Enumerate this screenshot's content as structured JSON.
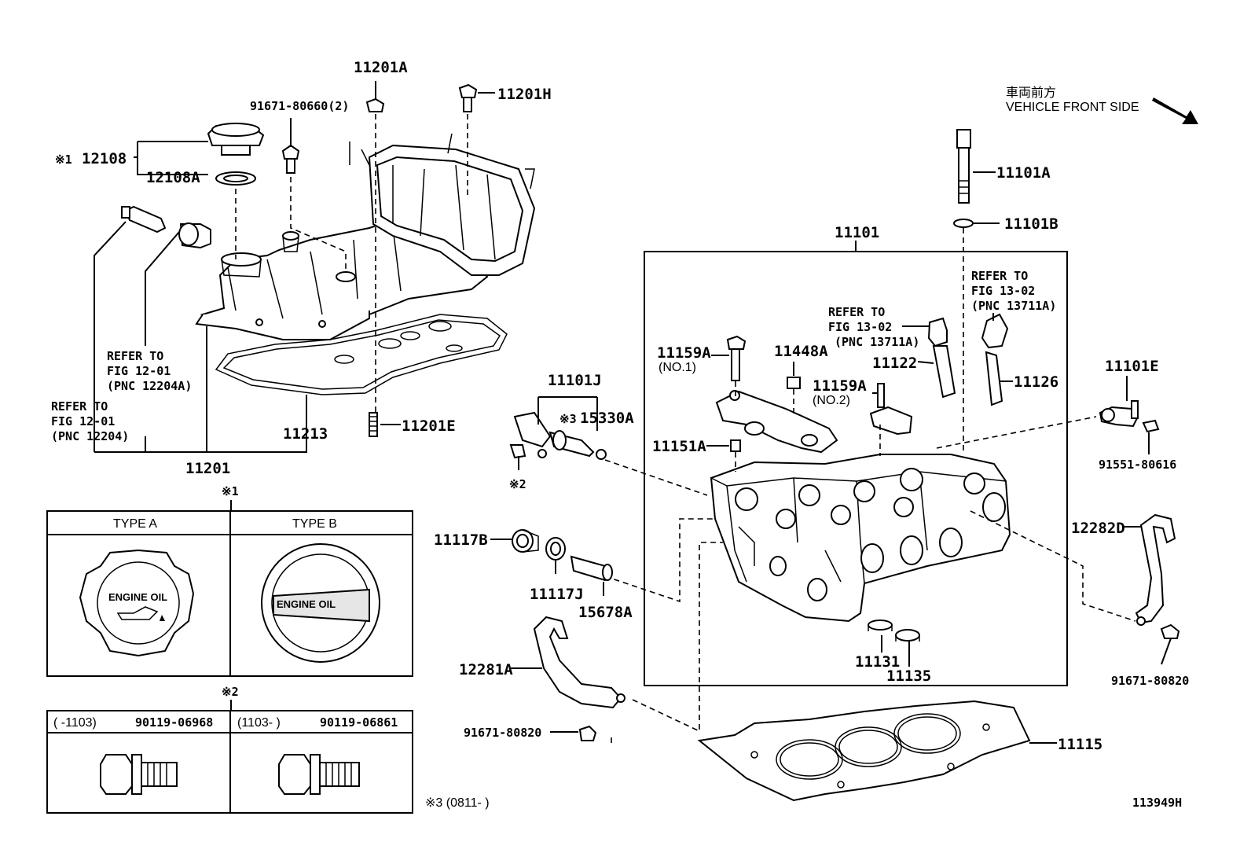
{
  "header": {
    "direction_jp": "車両前方",
    "direction_en": "VEHICLE FRONT SIDE",
    "figure_code": "113949H"
  },
  "labels": {
    "p11201A": "11201A",
    "p11201H": "11201H",
    "p91671_80660": "91671-80660(2)",
    "p12108_mark": "※1",
    "p12108": "12108",
    "p12108A": "12108A",
    "p11201E": "11201E",
    "p11213": "11213",
    "p11201": "11201",
    "p11101": "11101",
    "p11101A": "11101A",
    "p11101B": "11101B",
    "p11101J": "11101J",
    "p15330A_mark": "※3",
    "p15330A": "15330A",
    "mark2_small": "※2",
    "p11159A_1": "11159A",
    "p11159A_1_note": "(NO.1)",
    "p11448A": "11448A",
    "p11159A_2": "11159A",
    "p11159A_2_note": "(NO.2)",
    "p11122": "11122",
    "p11126": "11126",
    "p11151A": "11151A",
    "p11101E": "11101E",
    "p91551_80616": "91551-80616",
    "p12282D": "12282D",
    "p91671_80820_r": "91671-80820",
    "p11117B": "11117B",
    "p11117J": "11117J",
    "p15678A": "15678A",
    "p11131": "11131",
    "p11135": "11135",
    "p12281A": "12281A",
    "p91671_80820_l": "91671-80820",
    "p11115": "11115"
  },
  "refers": {
    "r1": [
      "REFER TO",
      "FIG 12-01",
      "(PNC 12204A)"
    ],
    "r2": [
      "REFER TO",
      "FIG 12-01",
      "(PNC 12204)"
    ],
    "r3": [
      "REFER TO",
      "FIG 13-02",
      "(PNC 13711A)"
    ],
    "r4": [
      "REFER TO",
      "FIG 13-02",
      "(PNC 13711A)"
    ]
  },
  "note1": {
    "mark": "※1",
    "type_a": "TYPE  A",
    "type_b": "TYPE  B",
    "cap_a_text": "ENGINE OIL",
    "cap_b_text": "ENGINE OIL"
  },
  "note2": {
    "mark": "※2",
    "left_range": "(      -1103)",
    "left_part": "90119-06968",
    "right_range": "(1103-      )",
    "right_part": "90119-06861"
  },
  "note3": "※3 (0811-       )"
}
